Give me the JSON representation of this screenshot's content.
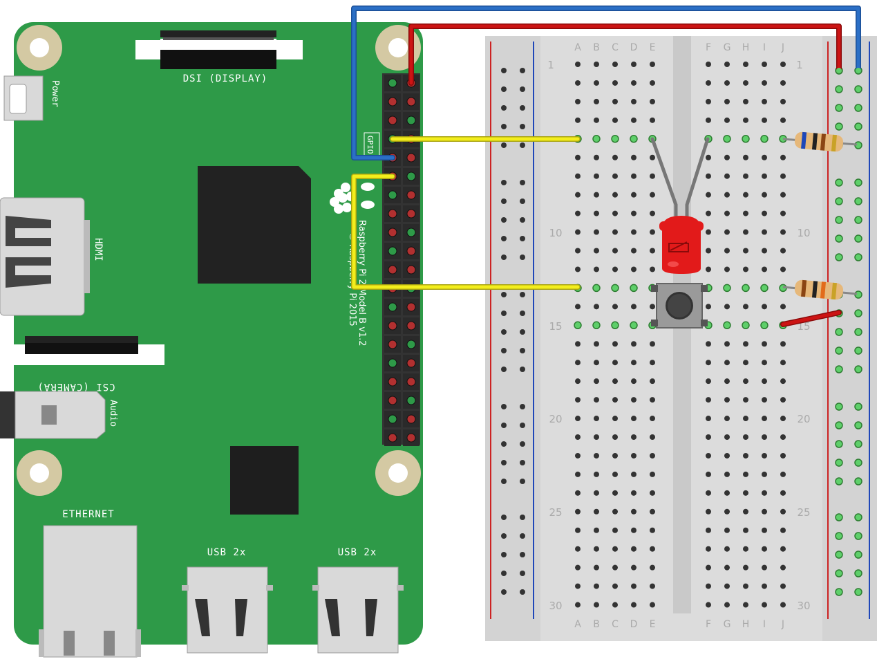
{
  "colors": {
    "board": "#2e9a48",
    "board_edge": "#267f3b",
    "mount_hole": "#d4c9a3",
    "breadboard": "#dcdcdc",
    "breadboard_dark": "#c9c9c9",
    "rail_red": "#cc2222",
    "rail_blue": "#1f47b8",
    "wire_blue": "#2b6fc6",
    "wire_red": "#cc1414",
    "wire_yellow": "#f3ee1c",
    "led": "#e21a1a",
    "hole": "#333333",
    "hole_active": "#5ecf6a"
  },
  "pi": {
    "dsi_label": "DSI (DISPLAY)",
    "power_label": "Power",
    "hdmi_label": "HDMI",
    "csi_label": "CSI (CAMERA)",
    "audio_label": "Audio",
    "ethernet_label": "ETHERNET",
    "usb1_label": "USB 2x",
    "usb2_label": "USB 2x",
    "gpio_label": "GPIO",
    "model_label": "Raspberry Pi 2 Model B v1.2",
    "copyright_label": "© Raspberry Pi 2015"
  },
  "breadboard": {
    "col_letters_left": [
      "A",
      "B",
      "C",
      "D",
      "E"
    ],
    "col_letters_right": [
      "F",
      "G",
      "H",
      "I",
      "J"
    ],
    "row_numbers": [
      "1",
      "10",
      "15",
      "20",
      "25",
      "30"
    ]
  },
  "components": {
    "led": "red-led",
    "resistor_top": "resistor-blue-band",
    "resistor_bottom": "resistor-brown-band",
    "button": "push-button"
  }
}
